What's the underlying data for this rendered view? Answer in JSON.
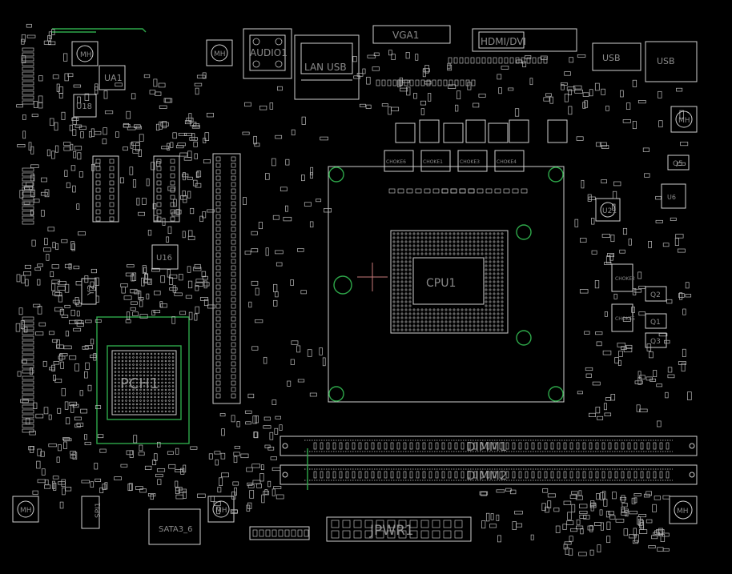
{
  "board": {
    "background": "#000000",
    "silkscreen_color": "#cfcfcf",
    "label_color": "#8a8a8a",
    "accent_green": "#2ea84a",
    "marker_red": "#c87a7a"
  },
  "labels": {
    "ua1": "UA1",
    "u18": "U18",
    "u16": "U16",
    "u21": "U21",
    "y2": "Y2",
    "pch1": "PCH1",
    "audio1": "AUDIO1",
    "lan_usb": "LAN USB",
    "vga1": "VGA1",
    "hdmi_dvi": "HDMI/DVI",
    "usb": "USB",
    "dimm1": "DIMM1",
    "dimm2": "DIMM2",
    "jpwr1": "JPWR1",
    "sata3_6": "SATA3_6",
    "spi1": "SPI1",
    "choke1": "CHOKE1",
    "choke2": "CHOKE2",
    "choke3": "CHOKE3",
    "choke4": "CHOKE4",
    "choke5": "CHOKE5",
    "choke6": "CHOKE6",
    "mh": "MH",
    "q1": "Q1",
    "q2": "Q2",
    "q3": "Q3",
    "q5": "Q5",
    "u6": "U6",
    "cpu1": "CPU1"
  }
}
